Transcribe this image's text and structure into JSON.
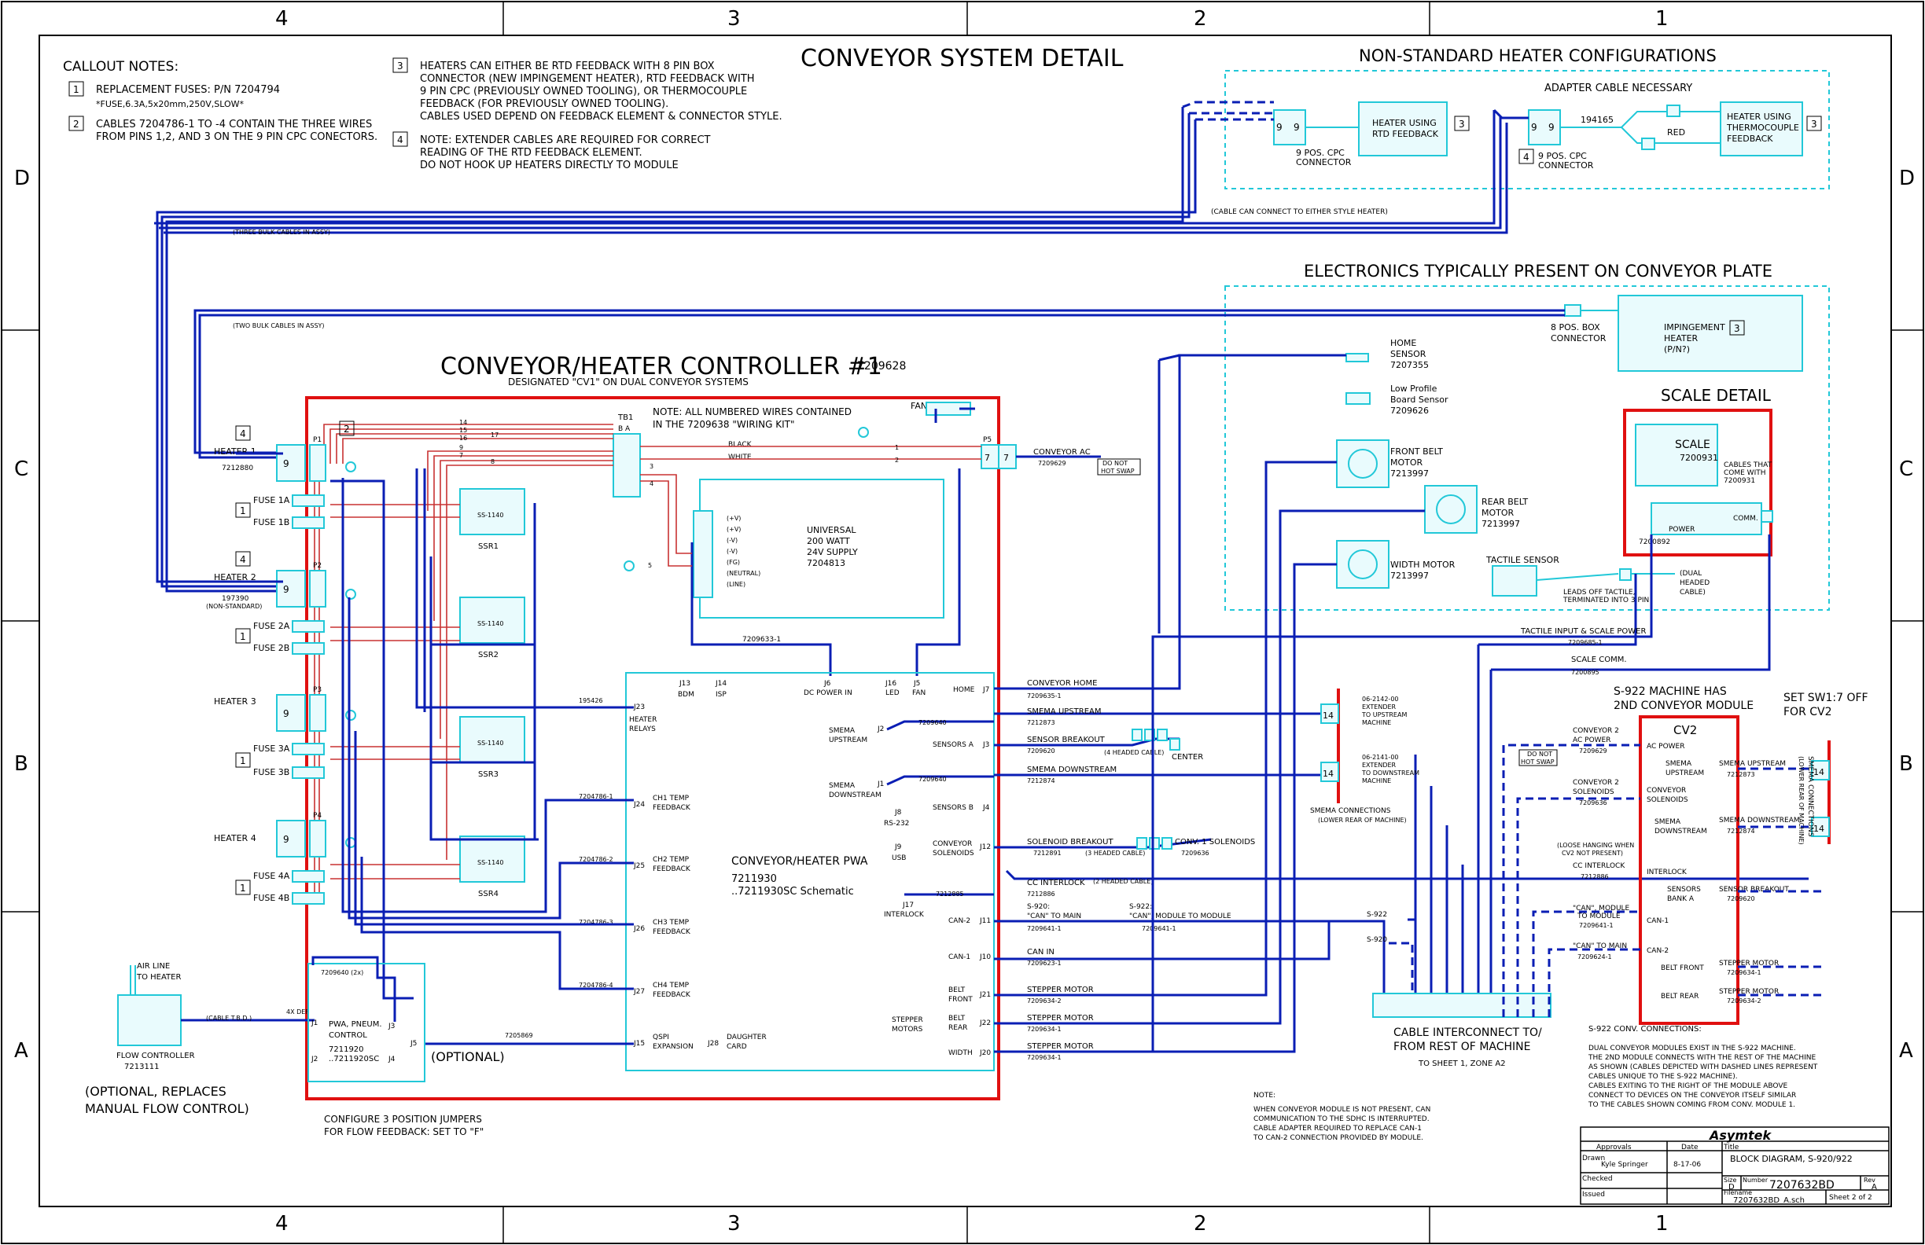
{
  "sheet": {
    "border_numbers": [
      "4",
      "3",
      "2",
      "1"
    ],
    "border_letters": [
      "D",
      "C",
      "B",
      "A"
    ],
    "title": "CONVEYOR SYSTEM DETAIL"
  },
  "callouts": {
    "header": "CALLOUT NOTES:",
    "n1": "REPLACEMENT FUSES:  P/N 7204794",
    "n1b": "*FUSE,6.3A,5x20mm,250V,SLOW*",
    "n2": "CABLES 7204786-1 TO -4 CONTAIN THE THREE WIRES",
    "n2b": "FROM PINS 1,2, AND 3 ON THE 9 PIN CPC CONECTORS.",
    "n3a": "HEATERS CAN EITHER BE RTD FEEDBACK WITH 8 PIN BOX",
    "n3b": "CONNECTOR (NEW IMPINGEMENT HEATER), RTD FEEDBACK WITH",
    "n3c": "9 PIN CPC (PREVIOUSLY OWNED TOOLING), OR THERMOCOUPLE",
    "n3d": "FEEDBACK (FOR PREVIOUSLY OWNED TOOLING).",
    "n3e": "CABLES USED DEPEND ON FEEDBACK ELEMENT & CONNECTOR STYLE.",
    "n4a": "NOTE: EXTENDER CABLES ARE REQUIRED FOR CORRECT",
    "n4b": "READING OF THE RTD FEEDBACK ELEMENT.",
    "n4c": "DO NOT HOOK UP HEATERS DIRECTLY TO MODULE"
  },
  "nonstd": {
    "title": "NON-STANDARD HEATER CONFIGURATIONS",
    "adapter": "ADAPTER CABLE NECESSARY",
    "rtd_box": [
      "HEATER USING",
      "RTD FEEDBACK"
    ],
    "tc_box": [
      "HEATER USING",
      "THERMOCOUPLE",
      "FEEDBACK"
    ],
    "cpc1": [
      "9 POS. CPC",
      "CONNECTOR"
    ],
    "cpc2": [
      "9 POS. CPC",
      "CONNECTOR"
    ],
    "cable": "194165",
    "red": "RED",
    "note": "(CABLE CAN CONNECT TO EITHER STYLE HEATER)"
  },
  "electronics": {
    "title": "ELECTRONICS TYPICALLY PRESENT ON CONVEYOR PLATE",
    "box8": [
      "8 POS. BOX",
      "CONNECTOR"
    ],
    "impinge": [
      "IMPINGEMENT",
      "HEATER",
      "(P/N?)"
    ],
    "home": [
      "HOME",
      "SENSOR",
      "7207355"
    ],
    "lowprof": [
      "Low Profile",
      "Board Sensor",
      "7209626"
    ],
    "front": [
      "FRONT BELT",
      "MOTOR",
      "7213997"
    ],
    "rear": [
      "REAR BELT",
      "MOTOR",
      "7213997"
    ],
    "width": [
      "WIDTH MOTOR",
      "7213997"
    ],
    "tactile": "TACTILE SENSOR",
    "leads": [
      "LEADS OFF TACTILE,",
      "TERMINATED INTO 3 PIN"
    ],
    "dual": [
      "(DUAL",
      "HEADED",
      "CABLE)"
    ]
  },
  "scale": {
    "title": "SCALE DETAIL",
    "name": "SCALE",
    "pn": "7200931",
    "cables": [
      "CABLES THAT",
      "COME WITH",
      "7200931"
    ],
    "power": "POWER",
    "comm": "COMM.",
    "pn2": "7200892"
  },
  "bulk": {
    "three": "(THREE BULK CABLES IN ASSY)",
    "two": "(TWO BULK CABLES IN ASSY)"
  },
  "controller": {
    "title": "CONVEYOR/HEATER CONTROLLER #1",
    "pn": "7209628",
    "sub": "DESIGNATED \"CV1\" ON DUAL CONVEYOR SYSTEMS",
    "note": [
      "NOTE: ALL NUMBERED WIRES CONTAINED",
      "IN THE 7209638 \"WIRING KIT\""
    ],
    "fan": "FAN",
    "tb1": "TB1",
    "ba": "B  A",
    "black": "BLACK",
    "white": "WHITE",
    "p5": "P5",
    "supply": [
      "UNIVERSAL",
      "200 WATT",
      "24V SUPPLY",
      "7204813"
    ],
    "supply_pins": [
      "(+V)",
      "(+V)",
      "(-V)",
      "(-V)",
      "(FG)",
      "(NEUTRAL)",
      "(LINE)"
    ],
    "cable633": "7209633-1",
    "ssr": [
      "SSR1",
      "SSR2",
      "SSR3",
      "SSR4"
    ],
    "ssr_pn": "SS-1140",
    "wire_nums": [
      "14",
      "15",
      "16",
      "17",
      "9",
      "7",
      "8",
      "5",
      "4",
      "3",
      "1",
      "2"
    ]
  },
  "heaters": {
    "h1": "HEATER 1",
    "h1pn": "7212880",
    "h2": "HEATER 2",
    "h2pn": "197390",
    "h2sub": "(NON-STANDARD)",
    "h3": "HEATER 3",
    "h4": "HEATER 4",
    "fuses": [
      "FUSE 1A",
      "FUSE 1B",
      "FUSE 2A",
      "FUSE 2B",
      "FUSE 3A",
      "FUSE 3B",
      "FUSE 4A",
      "FUSE 4B"
    ],
    "p": [
      "P1",
      "P2",
      "P3",
      "P4"
    ]
  },
  "pwa": {
    "title": "CONVEYOR/HEATER PWA",
    "pn": "7211930",
    "schem": "..7211930SC Schematic",
    "j13": [
      "J13",
      "BDM"
    ],
    "j14": [
      "J14",
      "ISP"
    ],
    "j6": [
      "J6",
      "DC POWER IN"
    ],
    "j16": [
      "J16",
      "LED"
    ],
    "j5": [
      "J5",
      "FAN"
    ],
    "home": "HOME",
    "j7": "J7",
    "j23": [
      "J23",
      "HEATER",
      "RELAYS"
    ],
    "j24": [
      "J24",
      "CH1 TEMP",
      "FEEDBACK"
    ],
    "j25": [
      "J25",
      "CH2 TEMP",
      "FEEDBACK"
    ],
    "j26": [
      "J26",
      "CH3 TEMP",
      "FEEDBACK"
    ],
    "j27": [
      "J27",
      "CH4 TEMP",
      "FEEDBACK"
    ],
    "j15": [
      "J15",
      "QSPI",
      "EXPANSION"
    ],
    "j28": [
      "J28",
      "DAUGHTER",
      "CARD"
    ],
    "smema_up": [
      "SMEMA",
      "UPSTREAM"
    ],
    "smema_dn": [
      "SMEMA",
      "DOWNSTREAM"
    ],
    "j2": "J2",
    "j1": "J1",
    "sensA": "SENSORS A",
    "j3": "J3",
    "sensB": "SENSORS B",
    "j4": "J4",
    "j8": [
      "J8",
      "RS-232"
    ],
    "j9": [
      "J9",
      "USB"
    ],
    "conv_sol": [
      "CONVEYOR",
      "SOLENOIDS"
    ],
    "j12": "J12",
    "j17": [
      "J17",
      "INTERLOCK"
    ],
    "can2": "CAN-2",
    "j11": "J11",
    "can1": "CAN-1",
    "j10": "J10",
    "belt_front": [
      "BELT",
      "FRONT"
    ],
    "belt_rear": [
      "BELT",
      "REAR"
    ],
    "width": "WIDTH",
    "stepper": [
      "STEPPER",
      "MOTORS"
    ],
    "j21": "J21",
    "j22": "J22",
    "j20": "J20",
    "c195426": "195426",
    "c1": "7204786-1",
    "c2": "7204786-2",
    "c3": "7204786-3",
    "c4": "7204786-4",
    "c869": "7205869"
  },
  "right_wires": {
    "conv_ac": "CONVEYOR AC",
    "conv_ac_pn": "7209629",
    "no_hot": [
      "DO NOT",
      "HOT SWAP"
    ],
    "conv_home": "CONVEYOR HOME",
    "conv_home_pn": "7209635-1",
    "smema_up": "SMEMA UPSTREAM",
    "smema_up_pn": "7212873",
    "p9640a": "7209640",
    "sensor_bo": "SENSOR BREAKOUT",
    "sensor_bo_pn": "7209620",
    "four_head": "(4 HEADED CABLE)",
    "center": "CENTER",
    "smema_dn": "SMEMA DOWNSTREAM",
    "smema_dn_pn": "7212874",
    "p9640b": "7209640",
    "sol_bo": "SOLENOID BREAKOUT",
    "sol_bo_pn": "7212891",
    "three_head": "(3 HEADED CABLE)",
    "conv1_sol": "CONV. 1 SOLENOIDS",
    "conv1_sol_pn": "7209636",
    "cc_int": "CC INTERLOCK",
    "cc_int_pn": "7212886",
    "two_head": "(2 HEADED CABLE)",
    "p2885": "7212885",
    "s920": [
      "S-920:",
      "\"CAN\" TO MAIN",
      "7209641-1"
    ],
    "s922": [
      "S-922:",
      "\"CAN\", MODULE TO MODULE",
      "7209641-1"
    ],
    "can_in": "CAN IN",
    "can_in_pn": "7209623-1",
    "stepA": "STEPPER MOTOR",
    "stepA_pn": "7209634-2",
    "stepB": "STEPPER MOTOR",
    "stepB_pn": "7209634-1",
    "stepC": "STEPPER MOTOR",
    "stepC_pn": "7209634-1",
    "s922lbl": "S-922",
    "s920lbl": "S-920",
    "tact_in": "TACTILE INPUT & SCALE POWER",
    "tact_in_pn": "7209685-1",
    "scale_comm": "SCALE COMM.",
    "scale_comm_pn": "7200895"
  },
  "smema": {
    "up": [
      "06-2142-00",
      "EXTENDER",
      "TO UPSTREAM",
      "MACHINE"
    ],
    "dn": [
      "06-2141-00",
      "EXTENDER",
      "TO DOWNSTREAM",
      "MACHINE"
    ],
    "conn": [
      "SMEMA CONNECTIONS",
      "(LOWER REAR OF MACHINE)"
    ],
    "pin": "14"
  },
  "interconnect": {
    "title": [
      "CABLE INTERCONNECT TO/",
      "FROM REST OF MACHINE"
    ],
    "sub": "TO SHEET 1, ZONE A2"
  },
  "cv2": {
    "hdr": [
      "S-922 MACHINE HAS",
      "2ND CONVEYOR MODULE"
    ],
    "sw": [
      "SET SW1:7 OFF",
      "FOR CV2"
    ],
    "name": "CV2",
    "ac_power": "AC POWER",
    "smema_up": [
      "SMEMA",
      "UPSTREAM"
    ],
    "conv_sol": [
      "CONVEYOR",
      "SOLENOIDS"
    ],
    "smema_dn": [
      "SMEMA",
      "DOWNSTREAM"
    ],
    "interlock": "INTERLOCK",
    "sensors": [
      "SENSORS",
      "BANK A"
    ],
    "can1": "CAN-1",
    "can2": "CAN-2",
    "belt_front": "BELT FRONT",
    "belt_rear": "BELT REAR",
    "c2_ac": [
      "CONVEYOR 2",
      "AC POWER",
      "7209629"
    ],
    "c2_sol": [
      "CONVEYOR 2",
      "SOLENOIDS",
      "7209636"
    ],
    "no_hot": [
      "DO NOT",
      "HOT SWAP"
    ],
    "loose": [
      "(LOOSE HANGING WHEN",
      "CV2 NOT PRESENT)"
    ],
    "cc_int": "CC INTERLOCK",
    "cc_int_pn": "7212886",
    "can_mod": [
      "\"CAN\", MODULE",
      "TO MODULE",
      "7209641-1"
    ],
    "can_main": [
      "\"CAN\" TO MAIN",
      "7209624-1"
    ],
    "r_smema_up": [
      "SMEMA UPSTREAM",
      "7212873"
    ],
    "r_smema_dn": [
      "SMEMA DOWNSTREAM",
      "7212874"
    ],
    "r_sens": [
      "SENSOR BREAKOUT",
      "7209620"
    ],
    "r_step1": [
      "STEPPER MOTOR",
      "7209634-1"
    ],
    "r_step2": [
      "STEPPER MOTOR",
      "7209634-2"
    ],
    "smema_conn": [
      "SMEMA CONNECTIONS",
      "(LOWER REAR OF MACHINE)"
    ]
  },
  "notes": {
    "s922_hdr": "S-922 CONV. CONNECTIONS:",
    "s922": [
      "DUAL CONVEYOR MODULES EXIST IN THE S-922 MACHINE.",
      "THE 2ND MODULE CONNECTS WITH THE REST OF THE MACHINE",
      "AS SHOWN (CABLES DEPICTED WITH DASHED LINES REPRESENT",
      "CABLES UNIQUE TO THE S-922 MACHINE).",
      "CABLES EXITING TO THE RIGHT OF THE MODULE ABOVE",
      "CONNECT TO DEVICES ON THE CONVEYOR ITSELF SIMILAR",
      "TO THE CABLES SHOWN COMING FROM CONV. MODULE 1."
    ],
    "bottom_hdr": "NOTE:",
    "bottom": [
      "WHEN CONVEYOR MODULE IS NOT PRESENT, CAN",
      "COMMUNICATION TO THE SDHC IS INTERRUPTED.",
      "CABLE ADAPTER REQUIRED TO REPLACE CAN-1",
      "TO CAN-2 CONNECTION PROVIDED BY MODULE."
    ]
  },
  "flow": {
    "air": [
      "AIR LINE",
      "TO HEATER"
    ],
    "ctrl": [
      "FLOW CONTROLLER",
      "7213111"
    ],
    "optional": [
      "(OPTIONAL, REPLACES",
      "MANUAL FLOW CONTROL)"
    ],
    "cable": "(CABLE T.B.D.)",
    "def": "4X DEF",
    "pwa": [
      "PWA, PNEUM.",
      "CONTROL",
      "7211920",
      "..7211920SC"
    ],
    "p9640": "7209640 (2x)",
    "j1": "J1",
    "j2": "J2",
    "j3": "J3",
    "j4": "J4",
    "j5": "J5",
    "opt": "(OPTIONAL)",
    "jumper": [
      "CONFIGURE 3 POSITION JUMPERS",
      "FOR FLOW FEEDBACK: SET TO \"F\""
    ]
  },
  "titleblock": {
    "company": "Asymtek",
    "approvals": "Approvals",
    "date": "Date",
    "title_lbl": "Title",
    "title": "BLOCK DIAGRAM, S-920/922",
    "drawn": "Drawn",
    "drawn_by": "Kyle Springer",
    "drawn_date": "8-17-06",
    "checked": "Checked",
    "issued": "Issued",
    "size_lbl": "Size",
    "size": "D",
    "number_lbl": "Number",
    "number": "7207632BD",
    "rev_lbl": "Rev",
    "rev": "A",
    "filename_lbl": "Filename",
    "filename": "7207632BD_A.sch",
    "sheet": "Sheet 2 of 2"
  }
}
